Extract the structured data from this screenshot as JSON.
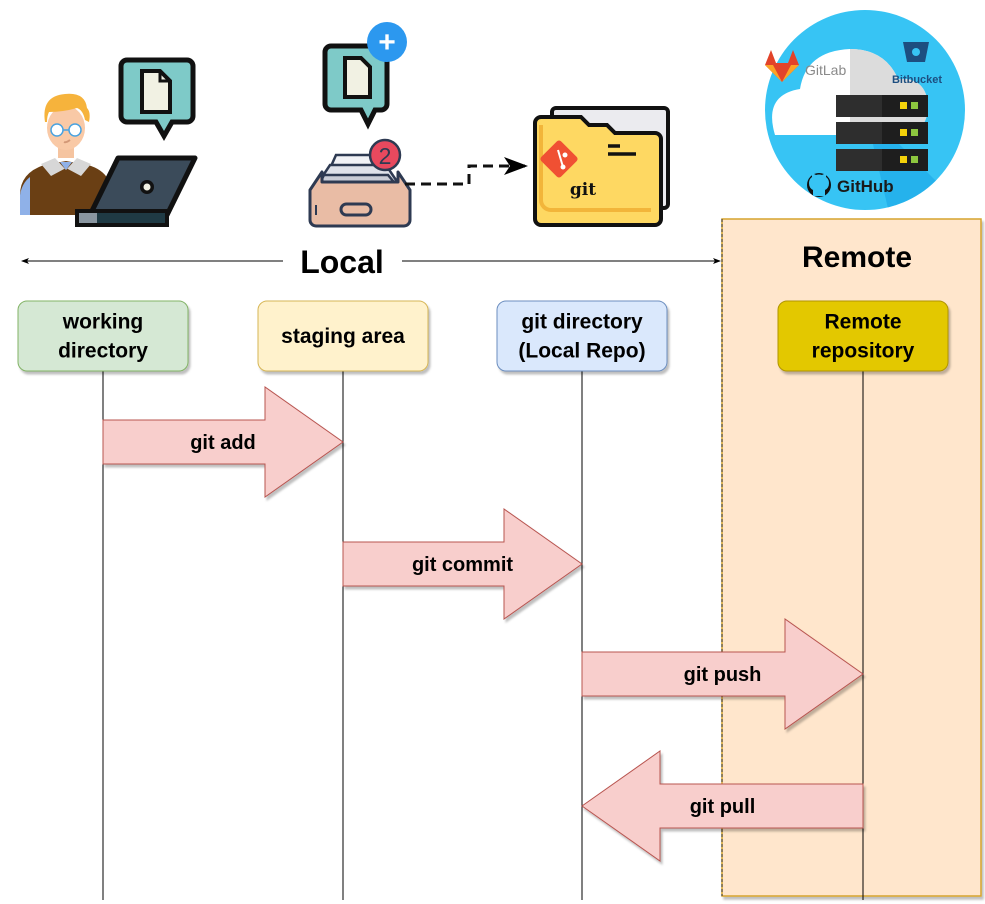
{
  "regions": {
    "local": {
      "label": "Local"
    },
    "remote": {
      "label": "Remote",
      "fill": "#ffe6cc",
      "border": "#d6a42e"
    }
  },
  "stages": [
    {
      "id": "working",
      "lines": [
        "working",
        "directory"
      ],
      "fill": "#d5e8d4",
      "stroke": "#82b366"
    },
    {
      "id": "staging",
      "lines": [
        "staging area"
      ],
      "fill": "#fff2cc",
      "stroke": "#d6b656"
    },
    {
      "id": "gitdir",
      "lines": [
        "git directory",
        "(Local Repo)"
      ],
      "fill": "#dae8fc",
      "stroke": "#6c8ebf"
    },
    {
      "id": "remote",
      "lines": [
        "Remote",
        "repository"
      ],
      "fill": "#e3c800",
      "stroke": "#b09500"
    }
  ],
  "commands": [
    {
      "label": "git add",
      "from": "working",
      "to": "staging",
      "direction": "right"
    },
    {
      "label": "git commit",
      "from": "staging",
      "to": "gitdir",
      "direction": "right"
    },
    {
      "label": "git push",
      "from": "gitdir",
      "to": "remote",
      "direction": "right"
    },
    {
      "label": "git pull",
      "from": "remote",
      "to": "gitdir",
      "direction": "left"
    }
  ],
  "arrow_style": {
    "fill": "#f8cecc",
    "stroke": "#b85450"
  },
  "illustrations": {
    "developer": {
      "icon": "developer-laptop-icon"
    },
    "staging_tray": {
      "icon": "inbox-tray-icon",
      "badge": "2",
      "add_badge": "+"
    },
    "git_folder": {
      "icon": "git-folder-icon",
      "text": "git"
    },
    "cloud": {
      "icon": "cloud-hosting-icon",
      "providers": [
        "GitLab",
        "Bitbucket",
        "GitHub"
      ]
    }
  }
}
